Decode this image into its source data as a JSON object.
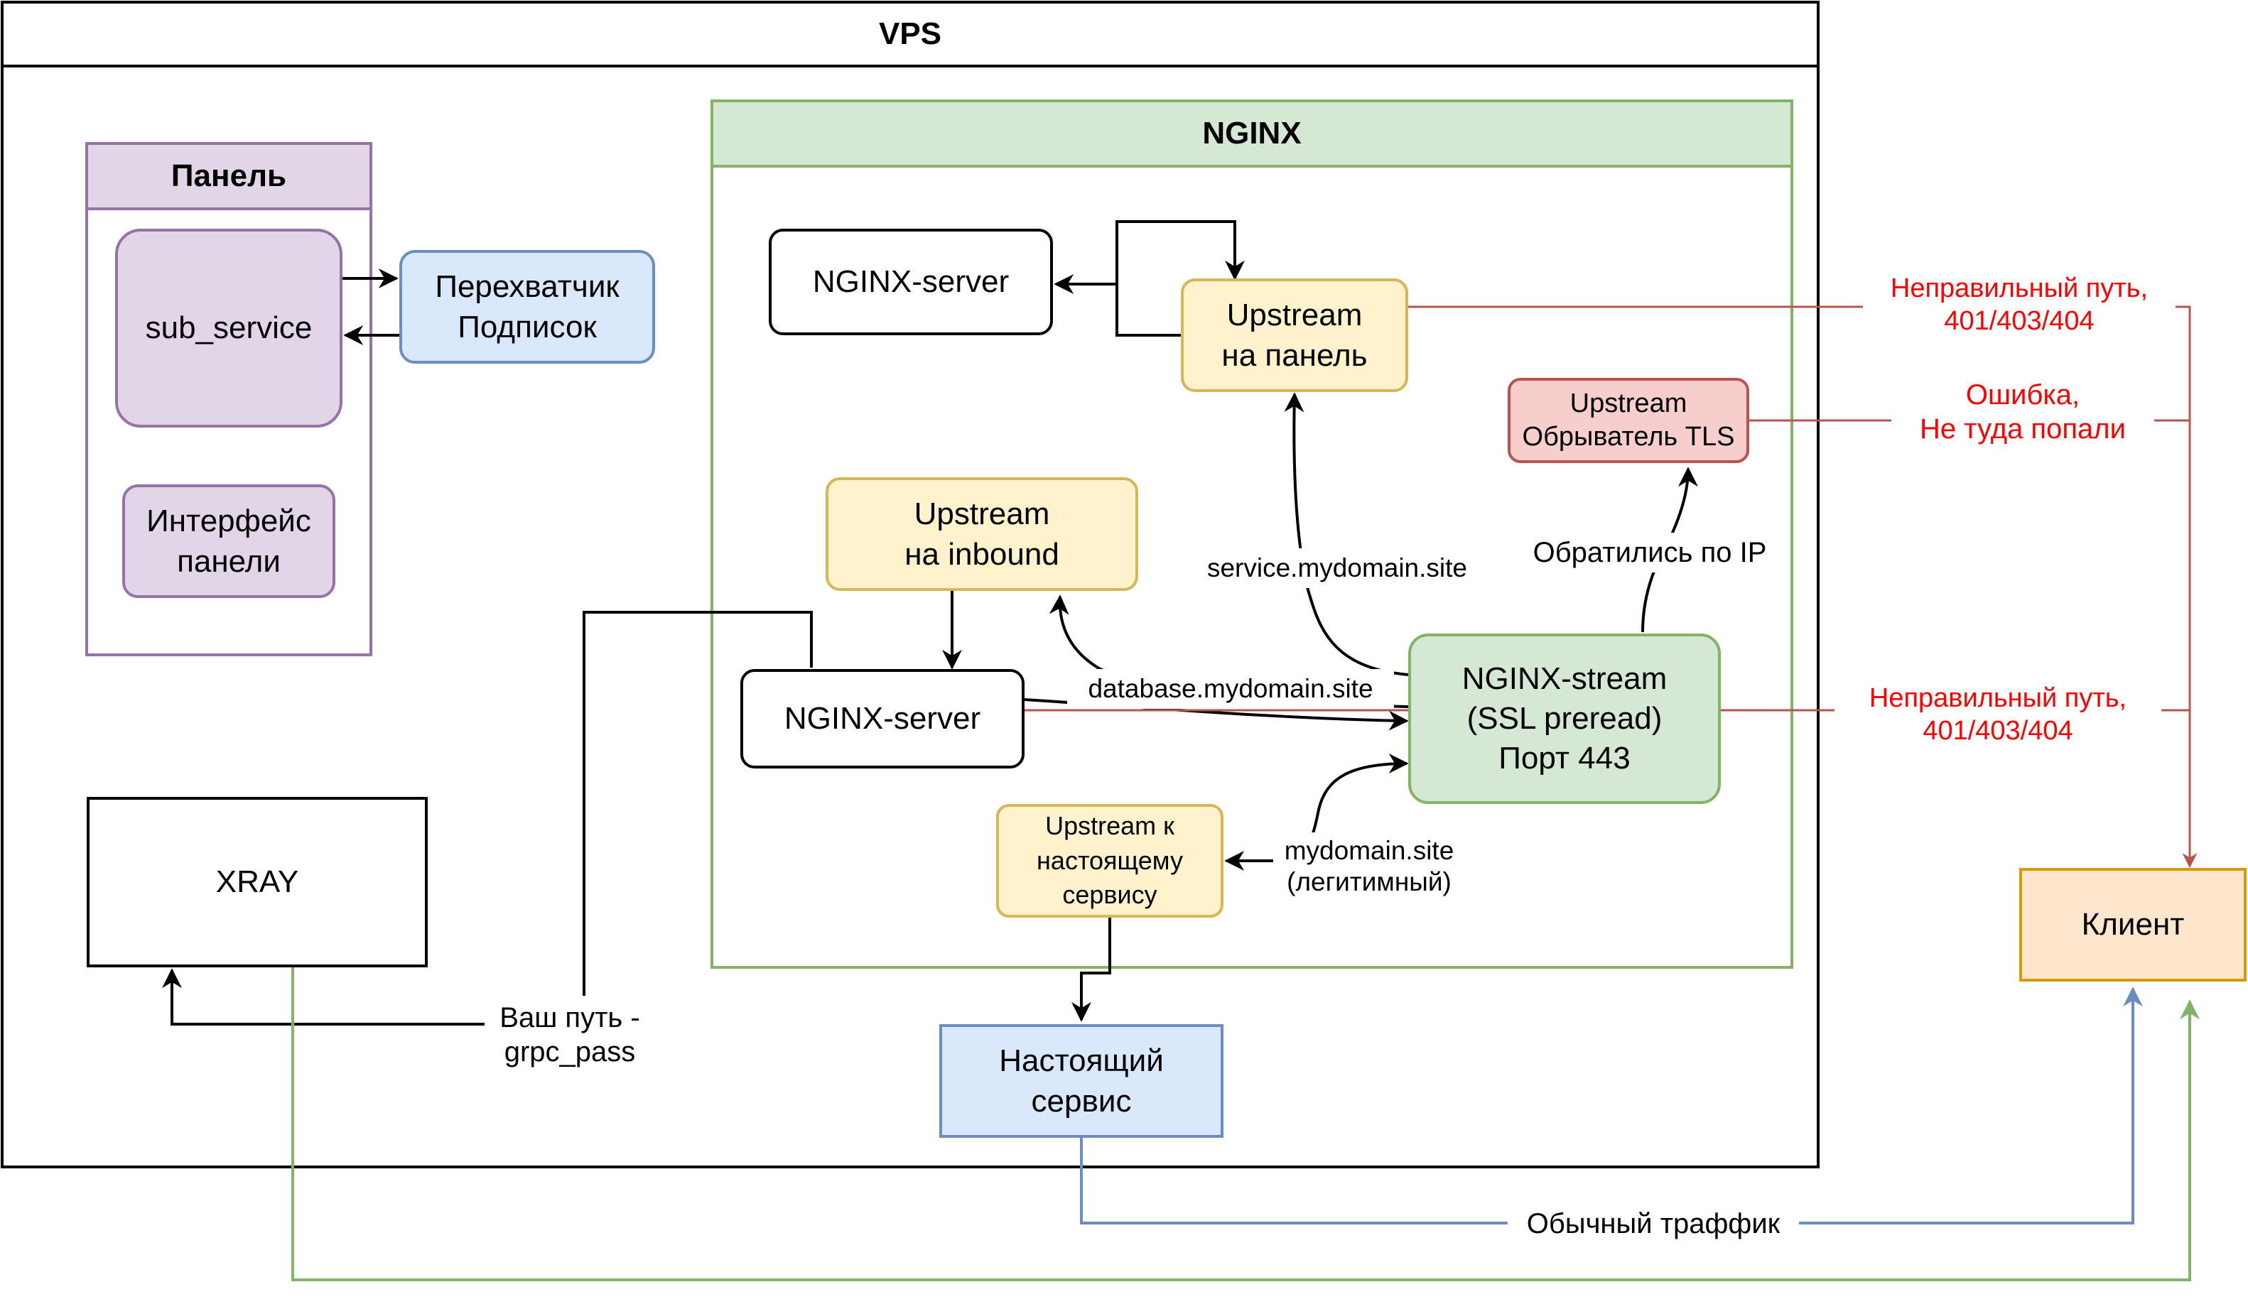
{
  "containers": {
    "vps": "VPS",
    "nginx": "NGINX",
    "panel": "Панель"
  },
  "nodes": {
    "sub_service": "sub_service",
    "interceptor": "Перехватчик\nПодписок",
    "panel_ui": "Интерфейс\nпанели",
    "xray": "XRAY",
    "nginx_server_top": "NGINX-server",
    "upstream_panel": "Upstream\nна панель",
    "upstream_tls": "Upstream\nОбрыватель TLS",
    "upstream_inbound": "Upstream\nна inbound",
    "nginx_server_mid": "NGINX-server",
    "nginx_stream": "NGINX-stream\n(SSL preread)\nПорт 443",
    "upstream_real": "Upstream к\nнастоящему\nсервису",
    "real_service": "Настоящий\nсервис",
    "client": "Клиент"
  },
  "edges": {
    "service_domain": "service.mydomain.site",
    "ip_access": "Обратились по IP",
    "database_domain": "database.mydomain.site",
    "legit_domain": "mydomain.site\n(легитимный)",
    "grpc_path": "Ваш путь -\ngrpc_pass",
    "normal_traffic": "Обычный траффик",
    "wrong_path_1": "Неправильный путь,\n401/403/404",
    "error_wrong": "Ошибка,\nНе туда попали",
    "wrong_path_2": "Неправильный путь,\n401/403/404"
  },
  "colors": {
    "red_line": "#b85450",
    "red_text": "#ff0000",
    "blue_line": "#6c8ebf",
    "green_line": "#82b366",
    "panel_fill": "#e1d5e7",
    "panel_stroke": "#9673a6",
    "nginx_fill": "#d5e8d4",
    "yellow_fill": "#fff2cc",
    "yellow_stroke": "#d6b656",
    "blue_fill": "#dae8fc",
    "red_fill": "#f8cecc",
    "orange_fill": "#ffe6cc",
    "orange_stroke": "#d79b00"
  }
}
